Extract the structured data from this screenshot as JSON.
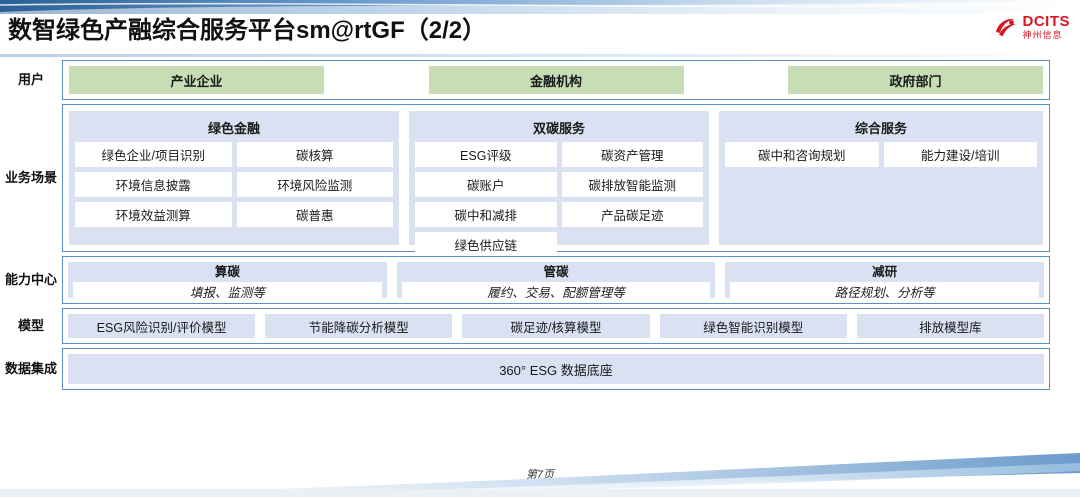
{
  "header": {
    "title": "数智绿色产融综合服务平台sm@rtGF（2/2）",
    "logo_en": "DCITS",
    "logo_cn": "神州信息"
  },
  "colors": {
    "user_green": "#c6ddb5",
    "group_blue": "#d9e1f2",
    "border_blue": "#5b8fd0",
    "brand_red": "#d8161f"
  },
  "rows": {
    "users": {
      "label": "用户",
      "chips": [
        "产业企业",
        "金融机构",
        "政府部门"
      ]
    },
    "scenario": {
      "label": "业务场景",
      "groups": [
        {
          "title": "绿色金融",
          "items": [
            "绿色企业/项目识别",
            "碳核算",
            "环境信息披露",
            "环境风险监测",
            "环境效益测算",
            "碳普惠"
          ]
        },
        {
          "title": "双碳服务",
          "items": [
            "ESG评级",
            "碳资产管理",
            "碳账户",
            "碳排放智能监测",
            "碳中和减排",
            "产品碳足迹",
            "绿色供应链"
          ]
        },
        {
          "title": "综合服务",
          "items": [
            "碳中和咨询规划",
            "能力建设/培训"
          ]
        }
      ]
    },
    "capability": {
      "label": "能力中心",
      "groups": [
        {
          "title": "算碳",
          "sub": "填报、监测等"
        },
        {
          "title": "管碳",
          "sub": "履约、交易、配额管理等"
        },
        {
          "title": "减研",
          "sub": "路径规划、分析等"
        }
      ]
    },
    "model": {
      "label": "模型",
      "chips": [
        "ESG风险识别/评价模型",
        "节能降碳分析模型",
        "碳足迹/核算模型",
        "绿色智能识别模型",
        "排放模型库"
      ]
    },
    "data": {
      "label": "数据集成",
      "bar": "360° ESG 数据底座"
    }
  },
  "footer": {
    "page": "第7页"
  }
}
